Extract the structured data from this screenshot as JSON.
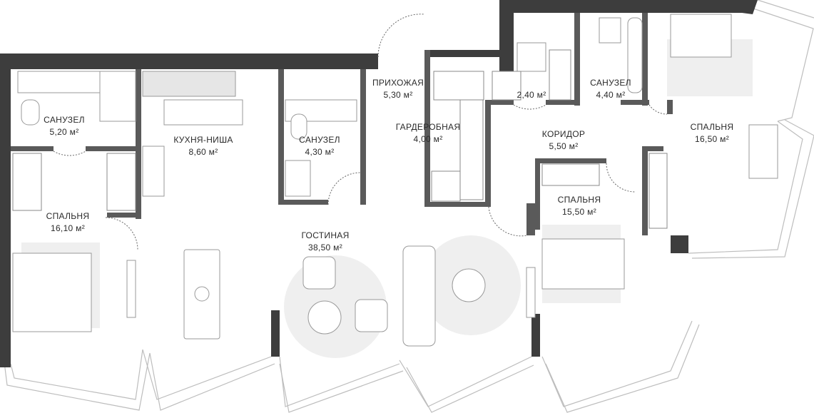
{
  "colors": {
    "wall": "#3d3d3d",
    "partition": "#5a5a5a",
    "window": "#d9d9d9",
    "fixture": "#e6e6e6",
    "rug": "#eeeeee",
    "text": "#2a2a2a"
  },
  "rooms": [
    {
      "id": "bath-1",
      "name": "САНУЗЕЛ",
      "area": "5,20 м²"
    },
    {
      "id": "kitchen",
      "name": "КУХНЯ-НИША",
      "area": "8,60 м²"
    },
    {
      "id": "bath-2",
      "name": "САНУЗЕЛ",
      "area": "4,30 м²"
    },
    {
      "id": "hall",
      "name": "ПРИХОЖАЯ",
      "area": "5,30 м²"
    },
    {
      "id": "wardrobe",
      "name": "ГАРДЕРОБНАЯ",
      "area": "4,00 м²"
    },
    {
      "id": "storage",
      "name": "",
      "area": "2,40 м²"
    },
    {
      "id": "bath-3",
      "name": "САНУЗЕЛ",
      "area": "4,40 м²"
    },
    {
      "id": "corridor",
      "name": "КОРИДОР",
      "area": "5,50 м²"
    },
    {
      "id": "bedroom-ne",
      "name": "СПАЛЬНЯ",
      "area": "16,50 м²"
    },
    {
      "id": "bedroom-w",
      "name": "СПАЛЬНЯ",
      "area": "16,10 м²"
    },
    {
      "id": "bedroom-c",
      "name": "СПАЛЬНЯ",
      "area": "15,50 м²"
    },
    {
      "id": "living",
      "name": "ГОСТИНАЯ",
      "area": "38,50 м²"
    }
  ]
}
